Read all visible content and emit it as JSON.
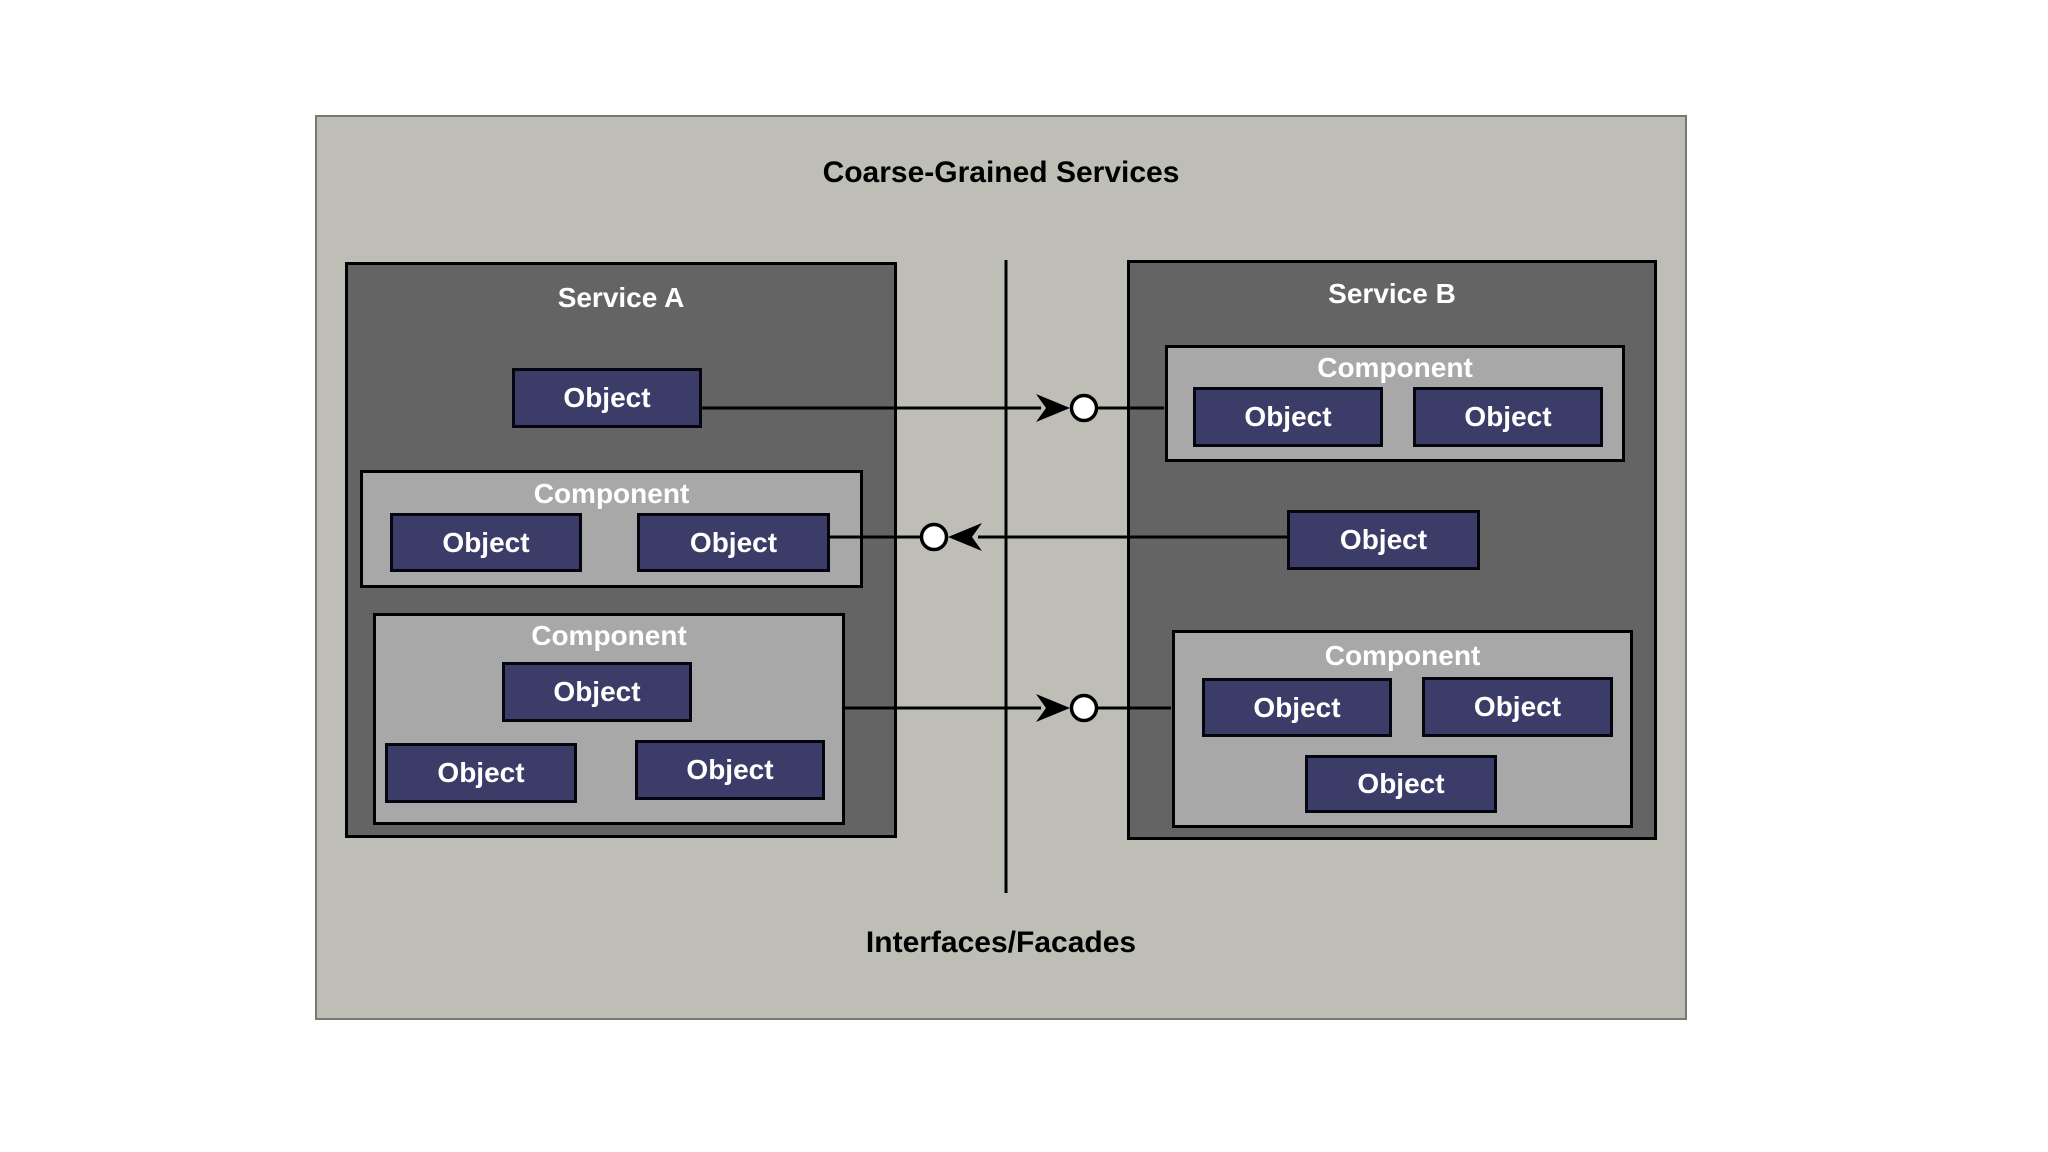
{
  "title": "Coarse-Grained Services",
  "footer": "Interfaces/Facades",
  "service_a": {
    "label": "Service A",
    "object1": "Object",
    "component1": {
      "label": "Component",
      "object1": "Object",
      "object2": "Object"
    },
    "component2": {
      "label": "Component",
      "object1": "Object",
      "object2": "Object",
      "object3": "Object"
    }
  },
  "service_b": {
    "label": "Service B",
    "component1": {
      "label": "Component",
      "object1": "Object",
      "object2": "Object"
    },
    "object1": "Object",
    "component2": {
      "label": "Component",
      "object1": "Object",
      "object2": "Object",
      "object3": "Object"
    }
  },
  "connectors": [
    {
      "from": "service-a-object",
      "to": "service-b-component-1",
      "direction": "left-to-right",
      "style": "arrow-into-ball"
    },
    {
      "from": "service-b-object",
      "to": "service-a-component-1-object-2",
      "direction": "right-to-left",
      "style": "arrow-into-ball"
    },
    {
      "from": "service-a-component-2",
      "to": "service-b-component-2",
      "direction": "left-to-right",
      "style": "arrow-into-ball"
    }
  ],
  "colors": {
    "page_background": "#ffffff",
    "panel_fill": "#bebeb6",
    "panel_border": "#78786f",
    "service_fill": "#646464",
    "component_fill": "#a8a8a8",
    "object_fill": "#3c3c68",
    "box_border": "#000000",
    "label_light": "#ffffff",
    "label_dark": "#000000",
    "connector": "#000000",
    "connector_ball_fill": "#ffffff"
  }
}
